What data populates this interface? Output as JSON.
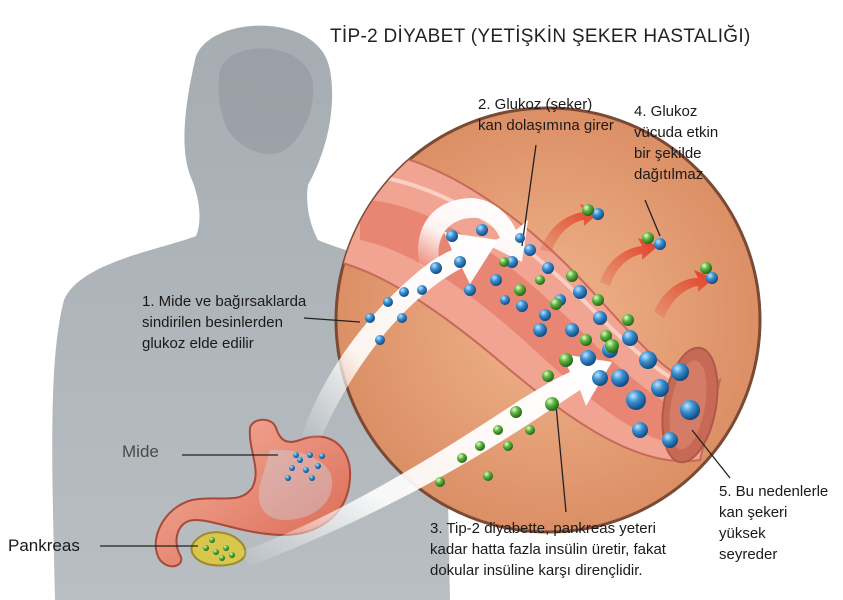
{
  "title": "TİP-2 DİYABET (YETİŞKİN ŞEKER HASTALIĞI)",
  "labels": {
    "mide": "Mide",
    "pankreas": "Pankreas"
  },
  "steps": {
    "step1": [
      "1. Mide ve bağırsaklarda",
      "sindirilen besinlerden",
      "glukoz elde edilir"
    ],
    "step2": [
      "2. Glukoz (şeker)",
      "kan dolaşımına girer"
    ],
    "step3": [
      "3. Tip-2 diyabette, pankreas yeteri",
      "kadar hatta fazla insülin üretir, fakat",
      "dokular insüline karşı dirençlidir."
    ],
    "step4": [
      "4. Glukoz",
      "vücuda etkin",
      "bir şekilde",
      "dağıtılmaz"
    ],
    "step5": [
      "5. Bu nedenlerle",
      "kan şekeri",
      "yüksek",
      "seyreder"
    ]
  },
  "colors": {
    "glucose": "#2f86c8",
    "insulin": "#5fb43f",
    "vessel": "#e58f80",
    "body": "#9aa2a8"
  }
}
